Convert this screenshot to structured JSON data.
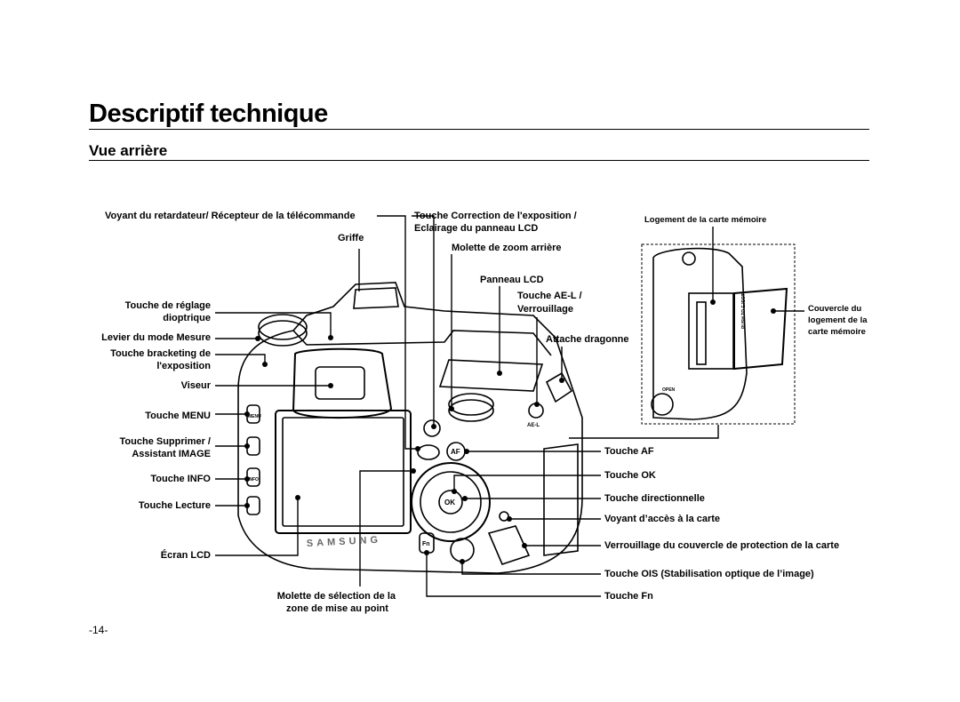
{
  "header": {
    "title": "Descriptif technique",
    "subtitle": "Vue arrière"
  },
  "labels": {
    "self_timer": "Voyant du retardateur/ Récepteur de la télécommande",
    "hot_shoe": "Griffe",
    "diopter_1": "Touche de réglage",
    "diopter_2": "dioptrique",
    "metering": "Levier du mode Mesure",
    "bracket_1": "Touche bracketing de",
    "bracket_2": "l'exposition",
    "viewfinder": "Viseur",
    "menu": "Touche MENU",
    "delete_1": "Touche Supprimer /",
    "delete_2": "Assistant IMAGE",
    "info": "Touche INFO",
    "playback": "Touche Lecture",
    "lcd": "Écran LCD",
    "exposure_1": "Touche Correction de l'exposition /",
    "exposure_2": "Eclairage du panneau LCD",
    "zoom_dial": "Molette de zoom arrière",
    "panel": "Panneau LCD",
    "ael_1": "Touche AE-L /",
    "ael_2": "Verrouillage",
    "strap": "Attache dragonne",
    "card_slot": "Logement de la carte mémoire",
    "card_cover_1": "Couvercle du",
    "card_cover_2": "logement de la",
    "card_cover_3": "carte mémoire",
    "af": "Touche AF",
    "ok": "Touche OK",
    "direction": "Touche directionnelle",
    "access_lamp": "Voyant d’accès à la carte",
    "cover_lock": "Verrouillage du couvercle de protection de la carte",
    "ois": "Touche OIS (Stabilisation optique de l’image)",
    "fn": "Touche Fn",
    "focus_dial_1": "Molette de sélection de la",
    "focus_dial_2": "zone de mise au point"
  },
  "camera_marks": {
    "brand": "SAMSUNG",
    "menu_btn": "MENU",
    "info_btn": "INFO",
    "af_btn": "AF",
    "ok_btn": "OK",
    "fn_btn": "Fn",
    "ael_mark": "AE-L",
    "push_eject": "PUSH TO EJECT",
    "open_mark": "OPEN"
  },
  "footer": {
    "page_number": "-14-"
  }
}
